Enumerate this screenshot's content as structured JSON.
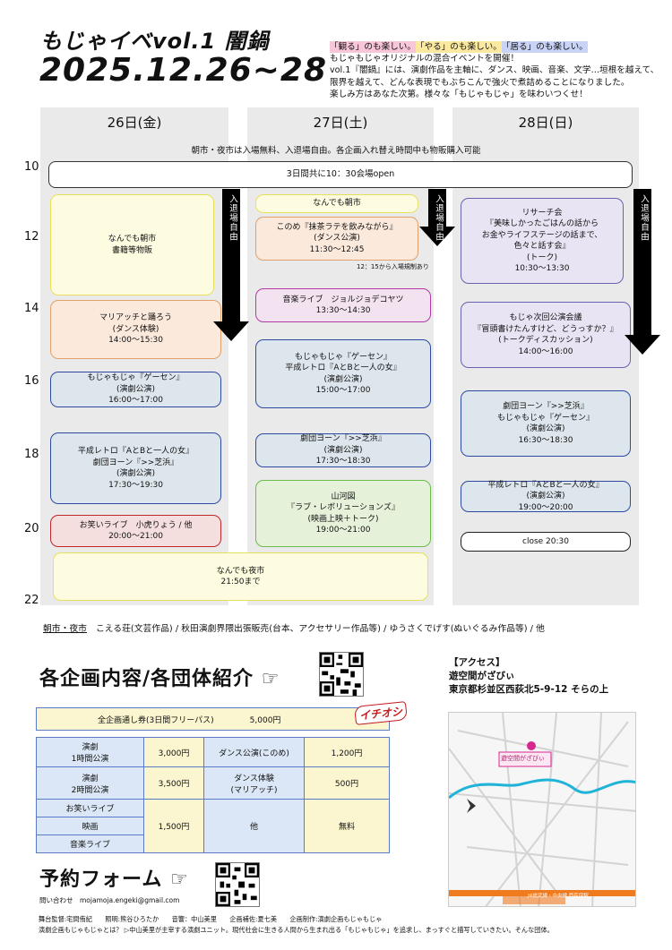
{
  "header": {
    "title": "もじゃイベvol.1 闇鍋",
    "dates": "2025.12.26~28",
    "tagline": [
      "「観る」のも楽しい。",
      "「やる」のも楽しい。",
      "「居る」のも楽しい。"
    ],
    "intro_lines": [
      "もじゃもじゃオリジナルの混合イベントを開催！",
      "vol.1『闇鍋』には、演劇作品を主軸に、ダンス、映画、音楽、文学…垣根を越えて、",
      "限界を越えて、どんな表現でもぶちこんで強火で煮詰めることになりました。",
      "楽しみ方はあなた次第。様々な「もじゃもじゃ」を味わいつくせ！"
    ]
  },
  "schedule": {
    "days": [
      "26日(金)",
      "27日(土)",
      "28日(日)"
    ],
    "times": [
      "10",
      "12",
      "14",
      "16",
      "18",
      "20",
      "22"
    ],
    "top_note": "朝市・夜市は入場無料、入退場自由。各企画入れ替え時間中も物販購入可能",
    "open_bar": "3日間共に10：30会場open",
    "arrow_label": "入退場自由",
    "fri": [
      {
        "lines": [
          "なんでも朝市",
          "書籍等物販"
        ]
      },
      {
        "lines": [
          "マリアッチと踊ろう",
          "(ダンス体験)",
          "14:00〜15:30"
        ]
      },
      {
        "lines": [
          "もじゃもじゃ『ゲーセン』",
          "(演劇公演)",
          "16:00〜17:00"
        ]
      },
      {
        "lines": [
          "平成レトロ『AとBと一人の女』",
          "劇団ヨーン『>>芝浜』",
          "(演劇公演)",
          "17:30〜19:30"
        ]
      },
      {
        "lines": [
          "お笑いライブ　小虎りょう / 他",
          "20:00〜21:00"
        ]
      }
    ],
    "sat": [
      {
        "lines": [
          "なんでも朝市"
        ]
      },
      {
        "lines": [
          "このめ『抹茶ラテを飲みながら』",
          "(ダンス公演)",
          "11:30〜12:45"
        ]
      },
      {
        "lines": [
          "音楽ライブ　ジョルジョデコヤツ",
          "13:30〜14:30"
        ]
      },
      {
        "lines": [
          "もじゃもじゃ『ゲーセン』",
          "平成レトロ『AとBと一人の女』",
          "(演劇公演)",
          "15:00〜17:00"
        ]
      },
      {
        "lines": [
          "劇団ヨーン『>>芝浜』",
          "(演劇公演)",
          "17:30〜18:30"
        ]
      },
      {
        "lines": [
          "山河図",
          "『ラブ・レボリューションズ』",
          "(映画上映＋トーク)",
          "19:00〜21:00"
        ]
      }
    ],
    "sat_note": "12：15から入場規制あり",
    "sun": [
      {
        "lines": [
          "リサーチ会",
          "『美味しかったごはんの話から",
          "お金やライフステージの話まで、",
          "色々と話す会』",
          "(トーク)",
          "10:30〜13:30"
        ]
      },
      {
        "lines": [
          "もじゃ次回公演会議",
          "『冒頭書けたんすけど、どうっすか？』",
          "(トークディスカッション)",
          "14:00〜16:00"
        ]
      },
      {
        "lines": [
          "劇団ヨーン『>>芝浜』",
          "もじゃもじゃ『ゲーセン』",
          "(演劇公演)",
          "16:30〜18:30"
        ]
      },
      {
        "lines": [
          "平成レトロ『AとBと一人の女』",
          "(演劇公演)",
          "19:00〜20:00"
        ]
      },
      {
        "lines": [
          "close  20:30"
        ]
      }
    ],
    "night_market": [
      "なんでも夜市",
      "21:50まで"
    ]
  },
  "vendors": {
    "label": "朝市・夜市",
    "text": "こえる荘(文芸作品) / 秋田演劇界隈出張販売(台本、アクセサリー作品等) / ゆうさくでげす(ぬいぐるみ作品等) / 他"
  },
  "info": {
    "title": "各企画内容/各団体紹介 ☞",
    "reserve_title": "予約フォーム ☞",
    "contact": "問い合わせ　mojamoja.engeki@gmail.com",
    "icon_qr": "qr-code-icon"
  },
  "access": {
    "heading": "【アクセス】",
    "venue": "遊空間がざびぃ",
    "address": "東京都杉並区西荻北5-9-12 そらの上"
  },
  "prices": {
    "pass_label": "全企画通し券(3日間フリーパス)",
    "pass_price": "5,000円",
    "badge": "イチオシ",
    "rows": [
      {
        "a": "演劇\n1時間公演",
        "a_price": "3,000円",
        "b": "ダンス公演(このめ)",
        "b_price": "1,200円"
      },
      {
        "a": "演劇\n2時間公演",
        "a_price": "3,500円",
        "b": "ダンス体験\n(マリアッチ)",
        "b_price": "500円"
      }
    ],
    "others": [
      "お笑いライブ",
      "映画",
      "音楽ライブ"
    ],
    "others_price": "1,500円",
    "others_b": "他",
    "others_b_price": "無料"
  },
  "footer": {
    "credits": "舞台監督:宅間侑紀　　照明:熊谷ひろたか　　音響：中山美里　　企画補佐:夏七美　　企画制作:演劇企画もじゃもじゃ",
    "about": "演劇企画もじゃもじゃとは？ ▷中山美里が主宰する演劇ユニット。現代社会に生きる人間から生まれ出る「もじゃもじゃ」を追求し、まっすぐと描写していきたい。そんな団体。"
  },
  "map": {
    "station_label": "JR総武線・中央線 西荻窪駅",
    "venue_pin": "遊空間がざびぃ",
    "colors": {
      "river": "#1fb3d8",
      "rail": "#f07a1e",
      "pin": "#d8268f"
    }
  },
  "colors": {
    "accent_blue": "#5b7bc6",
    "accent_red": "#c21c1c"
  }
}
